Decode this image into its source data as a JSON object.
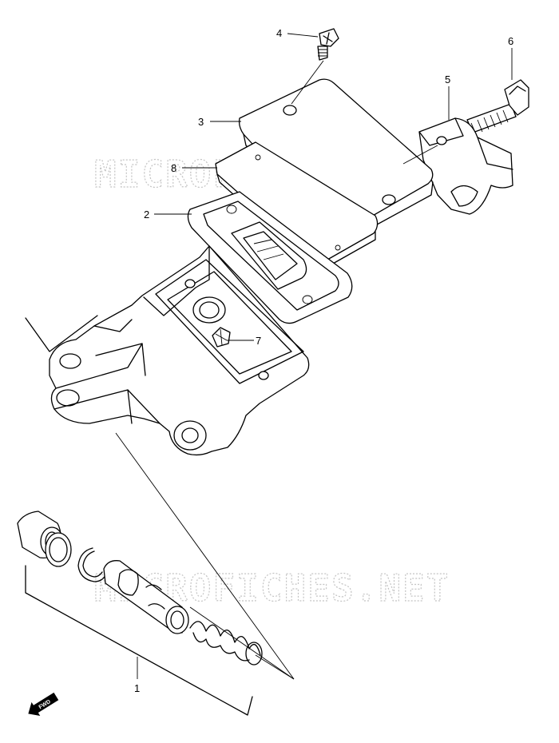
{
  "watermark": {
    "text": "MICROFICHES.NET"
  },
  "callouts": [
    {
      "number": "1"
    },
    {
      "number": "2"
    },
    {
      "number": "3"
    },
    {
      "number": "4"
    },
    {
      "number": "5"
    },
    {
      "number": "6"
    },
    {
      "number": "7"
    },
    {
      "number": "8"
    }
  ],
  "direction_marker": {
    "text": "FWD",
    "icon": "forward-arrow-icon"
  }
}
